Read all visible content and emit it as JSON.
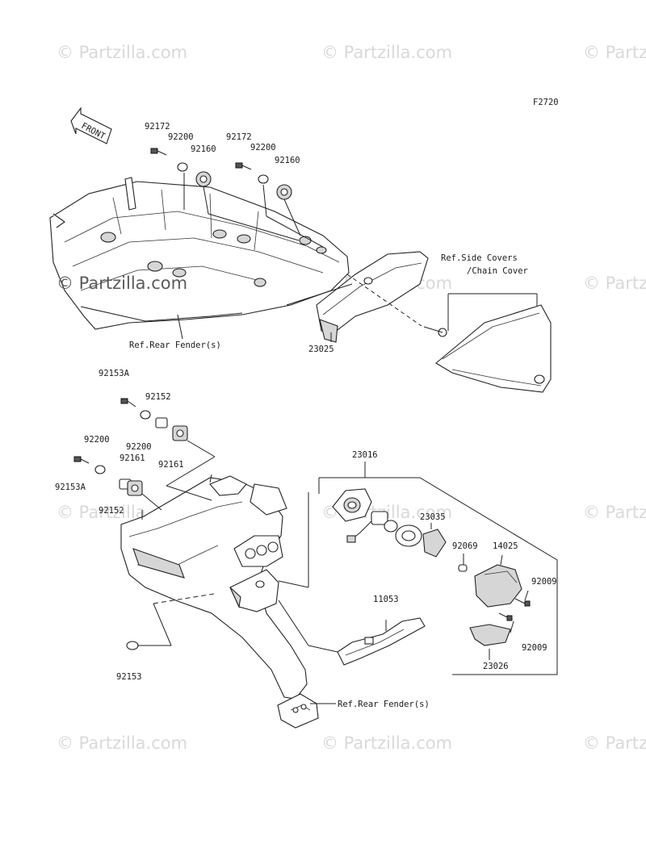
{
  "figure_code": "F2720",
  "front_label": "FRONT",
  "watermark": "Partzilla.com",
  "callouts": {
    "c92172a": "92172",
    "c92200a": "92200",
    "c92160a": "92160",
    "c92172b": "92172",
    "c92200b": "92200",
    "c92160b": "92160",
    "c23025": "23025",
    "c92153A_top": "92153A",
    "c92152_top": "92152",
    "c92200c": "92200",
    "c92200d": "92200",
    "c92161a": "92161",
    "c92161b": "92161",
    "c92153A_bot": "92153A",
    "c92152_bot": "92152",
    "c92153": "92153",
    "c23016": "23016",
    "c23035": "23035",
    "c92069": "92069",
    "c14025": "14025",
    "c92009a": "92009",
    "c92009b": "92009",
    "c11053": "11053",
    "c23026": "23026"
  },
  "references": {
    "side_covers_line1": "Ref.Side Covers",
    "side_covers_line2": "/Chain Cover",
    "rear_fender_top": "Ref.Rear Fender(s)",
    "rear_fender_bottom": "Ref.Rear Fender(s)"
  }
}
